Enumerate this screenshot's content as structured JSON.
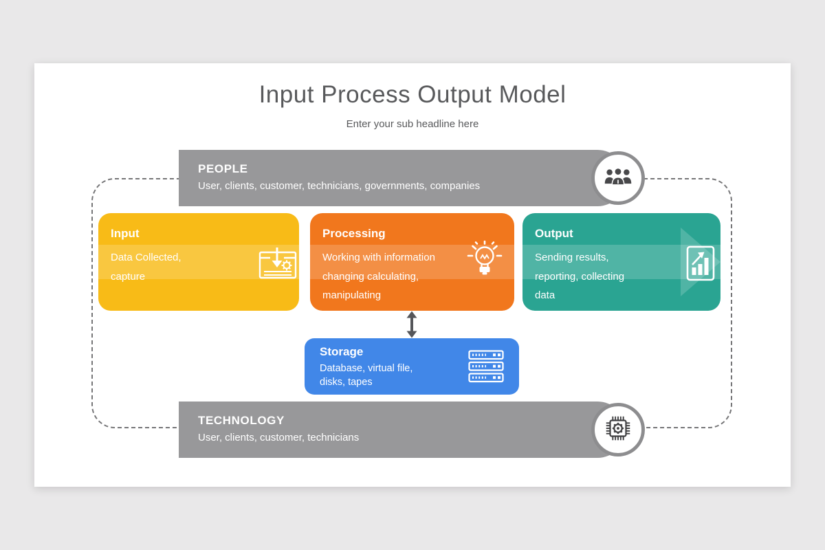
{
  "slide": {
    "title": "Input Process Output Model",
    "subtitle": "Enter your sub headline here"
  },
  "bars": {
    "people": {
      "label": "PEOPLE",
      "description": "User, clients, customer, technicians, governments, companies",
      "icon": "people-group-icon"
    },
    "technology": {
      "label": "TECHNOLOGY",
      "description": "User, clients, customer, technicians",
      "icon": "cpu-chip-icon"
    }
  },
  "boxes": {
    "input": {
      "title": "Input",
      "lines": [
        "Data Collected,",
        "capture"
      ],
      "icon": "document-download-icon",
      "color": "#f8bb17"
    },
    "processing": {
      "title": "Processing",
      "lines": [
        "Working with information",
        "changing calculating,",
        "manipulating"
      ],
      "icon": "lightbulb-icon",
      "color": "#f1771d"
    },
    "output": {
      "title": "Output",
      "lines": [
        "Sending results,",
        "reporting, collecting",
        "data"
      ],
      "icon": "bar-chart-icon",
      "color": "#2aa492"
    },
    "storage": {
      "title": "Storage",
      "lines": [
        "Database, virtual file,",
        "disks, tapes"
      ],
      "icon": "server-rack-icon",
      "color": "#4187e8"
    }
  },
  "connectors": {
    "storage_processing": "bidirectional-arrow"
  },
  "colors": {
    "background": "#e9e8e9",
    "slide": "#ffffff",
    "title_text": "#58595b",
    "bar_gray": "#98989a",
    "badge_ring": "#8d8d8f",
    "badge_icon": "#48484a",
    "dashed_border": "#757577",
    "arrow_dark": "#55565a",
    "band_overlay": "rgba(255,255,255,0.18)"
  }
}
